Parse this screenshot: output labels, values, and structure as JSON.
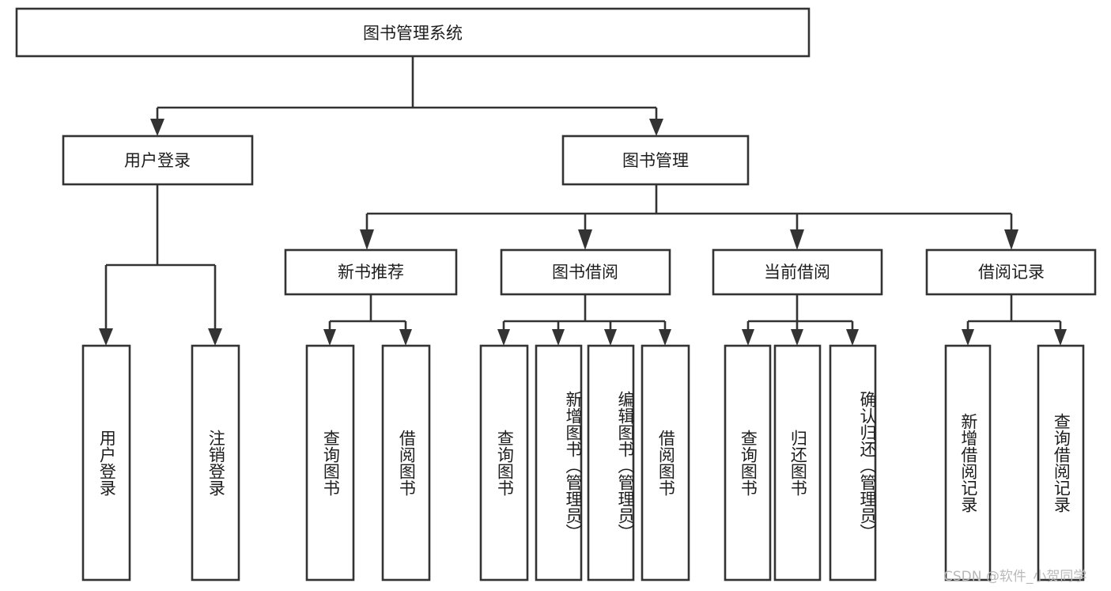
{
  "diagram": {
    "type": "tree-hierarchy",
    "title": "图书管理系统",
    "background_color": "#ffffff",
    "stroke_color": "#333333",
    "text_color": "#1d1d1d",
    "watermark": "CSDN @软件_小贺同学",
    "levels": {
      "level0": [
        {
          "id": "root",
          "label": "图书管理系统",
          "orientation": "horizontal"
        }
      ],
      "level1": [
        {
          "id": "user-login",
          "label": "用户登录",
          "orientation": "horizontal"
        },
        {
          "id": "book-manage",
          "label": "图书管理",
          "orientation": "horizontal"
        }
      ],
      "level2": [
        {
          "id": "new-book-recommend",
          "label": "新书推荐",
          "orientation": "horizontal"
        },
        {
          "id": "book-borrow",
          "label": "图书借阅",
          "orientation": "horizontal"
        },
        {
          "id": "current-borrow",
          "label": "当前借阅",
          "orientation": "horizontal"
        },
        {
          "id": "borrow-record",
          "label": "借阅记录",
          "orientation": "horizontal"
        }
      ],
      "level3": [
        {
          "id": "leaf-user-login",
          "label": "用户登录",
          "orientation": "vertical",
          "parent": "user-login"
        },
        {
          "id": "leaf-logout-login",
          "label": "注销登录",
          "orientation": "vertical",
          "parent": "user-login"
        },
        {
          "id": "leaf-query-book-1",
          "label": "查询图书",
          "orientation": "vertical",
          "parent": "new-book-recommend"
        },
        {
          "id": "leaf-borrow-book-1",
          "label": "借阅图书",
          "orientation": "vertical",
          "parent": "new-book-recommend"
        },
        {
          "id": "leaf-query-book-2",
          "label": "查询图书",
          "orientation": "vertical",
          "parent": "book-borrow"
        },
        {
          "id": "leaf-add-book",
          "label": "新增图书（管理员）",
          "orientation": "vertical",
          "parent": "book-borrow"
        },
        {
          "id": "leaf-edit-book",
          "label": "编辑图书（管理员）",
          "orientation": "vertical",
          "parent": "book-borrow"
        },
        {
          "id": "leaf-borrow-book-2",
          "label": "借阅图书",
          "orientation": "vertical",
          "parent": "book-borrow"
        },
        {
          "id": "leaf-query-book-3",
          "label": "查询图书",
          "orientation": "vertical",
          "parent": "current-borrow"
        },
        {
          "id": "leaf-return-book",
          "label": "归还图书",
          "orientation": "vertical",
          "parent": "current-borrow"
        },
        {
          "id": "leaf-confirm-return",
          "label": "确认归还（管理员）",
          "orientation": "vertical",
          "parent": "current-borrow"
        },
        {
          "id": "leaf-add-record",
          "label": "新增借阅记录",
          "orientation": "vertical",
          "parent": "borrow-record"
        },
        {
          "id": "leaf-query-record",
          "label": "查询借阅记录",
          "orientation": "vertical",
          "parent": "borrow-record"
        }
      ]
    }
  }
}
